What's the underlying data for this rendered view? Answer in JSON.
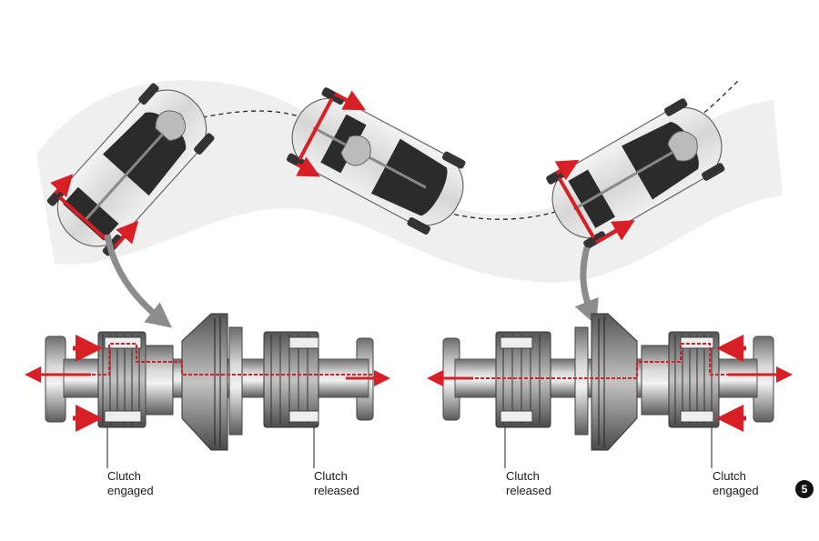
{
  "labels": {
    "left_clutch_1": [
      "Clutch",
      "engaged"
    ],
    "left_clutch_2": [
      "Clutch",
      "released"
    ],
    "right_clutch_1": [
      "Clutch",
      "released"
    ],
    "right_clutch_2": [
      "Clutch",
      "engaged"
    ]
  },
  "badge": "5",
  "colors": {
    "accent_red": "#d81f26",
    "road_shadow": "#e9e9e9",
    "path_dash": "#222222",
    "pointer_arrow": "#8c8c8c",
    "metal": "#b9b9b9"
  }
}
